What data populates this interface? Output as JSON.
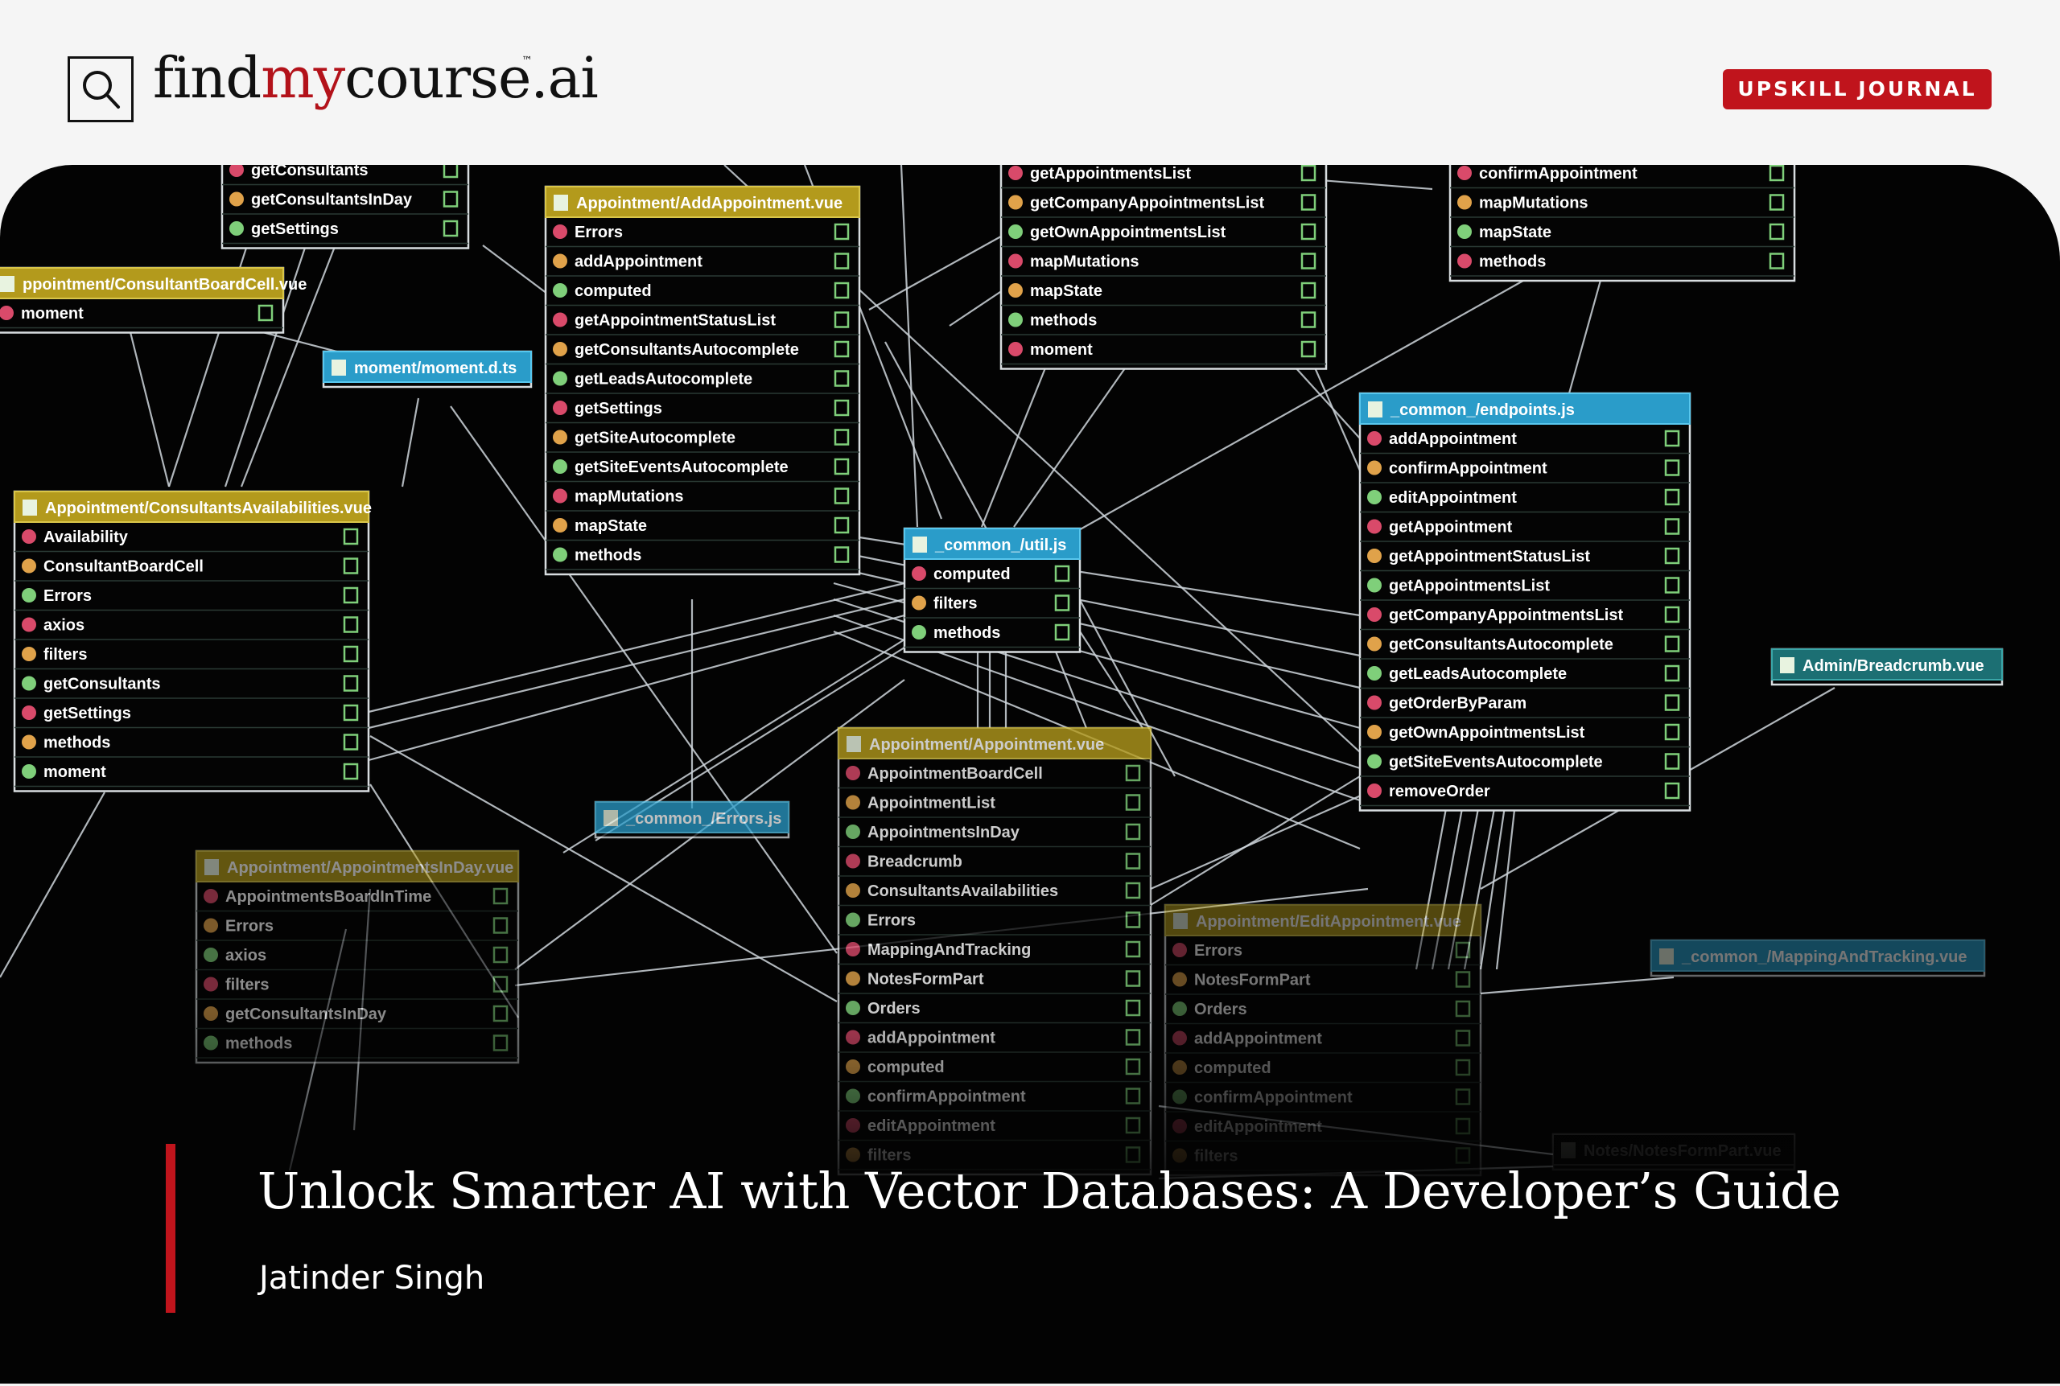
{
  "header": {
    "brand_prefix": "find",
    "brand_accent": "my",
    "brand_suffix": "course.ai",
    "brand_tm": "™",
    "badge_label": "UPSKILL JOURNAL",
    "search_icon": "search-icon",
    "accent_color": "#c0141c"
  },
  "article": {
    "title": "Unlock Smarter AI with Vector Databases: A Developer’s Guide",
    "author": "Jatinder Singh"
  },
  "diagram": {
    "nodes": [
      {
        "title": "Appointment/AddAppointment.vue",
        "color": "yellow",
        "items": [
          "Errors",
          "addAppointment",
          "computed",
          "getAppointmentStatusList",
          "getConsultantsAutocomplete",
          "getLeadsAutocomplete",
          "getSettings",
          "getSiteAutocomplete",
          "getSiteEventsAutocomplete",
          "mapMutations",
          "mapState",
          "methods"
        ]
      },
      {
        "title": "Appointment/ConsultantsAvailabilities.vue",
        "color": "yellow",
        "items": [
          "Availability",
          "ConsultantBoardCell",
          "Errors",
          "axios",
          "filters",
          "getConsultants",
          "getSettings",
          "methods",
          "moment"
        ]
      },
      {
        "title": "ppointment/ConsultantBoardCell.vue",
        "color": "yellow",
        "items": [
          "moment"
        ]
      },
      {
        "title": "moment/moment.d.ts",
        "color": "blue",
        "items": []
      },
      {
        "title": "_common_/util.js",
        "color": "blue",
        "items": [
          "computed",
          "filters",
          "methods"
        ]
      },
      {
        "title": "_common_/endpoints.js",
        "color": "blue",
        "items": [
          "addAppointment",
          "confirmAppointment",
          "editAppointment",
          "getAppointment",
          "getAppointmentStatusList",
          "getAppointmentsList",
          "getCompanyAppointmentsList",
          "getConsultantsAutocomplete",
          "getLeadsAutocomplete",
          "getOrderByParam",
          "getOwnAppointmentsList",
          "getSiteEventsAutocomplete",
          "removeOrder"
        ]
      },
      {
        "title": "Admin/Breadcrumb.vue",
        "color": "teal",
        "items": []
      },
      {
        "title": "_common_/Errors.js",
        "color": "blue",
        "items": []
      },
      {
        "title": "Appointment/AppointmentsInDay.vue",
        "color": "yellow",
        "items": [
          "AppointmentsBoardInTime",
          "Errors",
          "axios",
          "filters",
          "getConsultantsInDay",
          "methods"
        ]
      },
      {
        "title": "Appointment/Appointment.vue",
        "color": "yellow",
        "items": [
          "AppointmentBoardCell",
          "AppointmentList",
          "AppointmentsInDay",
          "Breadcrumb",
          "ConsultantsAvailabilities",
          "Errors",
          "MappingAndTracking",
          "NotesFormPart",
          "Orders",
          "addAppointment",
          "computed",
          "confirmAppointment",
          "editAppointment",
          "filters"
        ]
      },
      {
        "title": "Appointment/EditAppointment.vue",
        "color": "yellow",
        "items": [
          "Errors",
          "NotesFormPart",
          "Orders",
          "addAppointment",
          "computed",
          "confirmAppointment",
          "editAppointment",
          "filters"
        ]
      },
      {
        "title": "_common_/MappingAndTracking.vue",
        "color": "blue",
        "items": []
      },
      {
        "title": "Notes/NotesFormPart.vue",
        "color": "dark",
        "items": []
      },
      {
        "title": "",
        "color": "dark",
        "items": [
          "getAppointmentsList",
          "getCompanyAppointmentsList",
          "getOwnAppointmentsList",
          "mapMutations",
          "mapState",
          "methods",
          "moment"
        ]
      },
      {
        "title": "",
        "color": "dark",
        "items": [
          "confirmAppointment",
          "mapMutations",
          "mapState",
          "methods"
        ]
      },
      {
        "title": "",
        "color": "dark",
        "items": [
          "getConsultants",
          "getConsultantsInDay",
          "getSettings"
        ]
      }
    ]
  }
}
